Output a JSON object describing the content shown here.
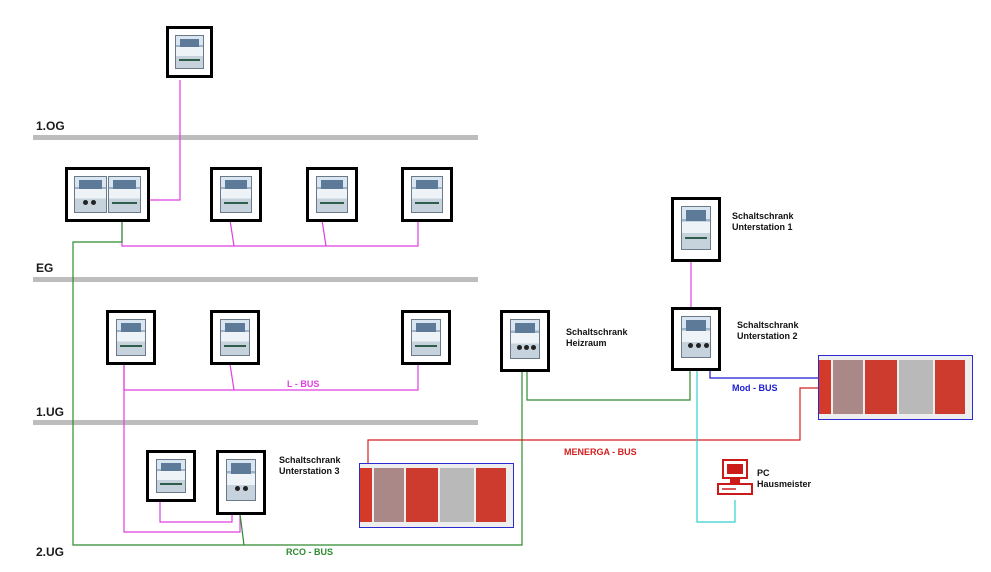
{
  "floors": {
    "og1": "1.OG",
    "eg": "EG",
    "ug1": "1.UG",
    "ug2": "2.UG"
  },
  "stations": {
    "u1": {
      "line1": "Schaltschrank",
      "line2": "Unterstation 1"
    },
    "u2": {
      "line1": "Schaltschrank",
      "line2": "Unterstation 2"
    },
    "u3": {
      "line1": "Schaltschrank",
      "line2": "Unterstation 3"
    },
    "heizraum": {
      "line1": "Schaltschrank",
      "line2": "Heizraum"
    }
  },
  "pc": {
    "line1": "PC",
    "line2": "Hausmeister"
  },
  "buses": {
    "l_bus": "L - BUS",
    "mod_bus": "Mod - BUS",
    "menerga_bus": "MENERGA - BUS",
    "rco_bus": "RCO - BUS"
  },
  "colors": {
    "l_bus": "#e040e0",
    "rco_bus": "#2e8b2e",
    "mod_bus": "#1a1ad0",
    "menerga_bus": "#d42020",
    "pc_line": "#30d0d0",
    "floor_bar": "#bdbdbd"
  },
  "icons": {
    "controller": "controller-panel-icon",
    "ahu": "air-handling-unit-icon",
    "pc": "computer-icon"
  }
}
